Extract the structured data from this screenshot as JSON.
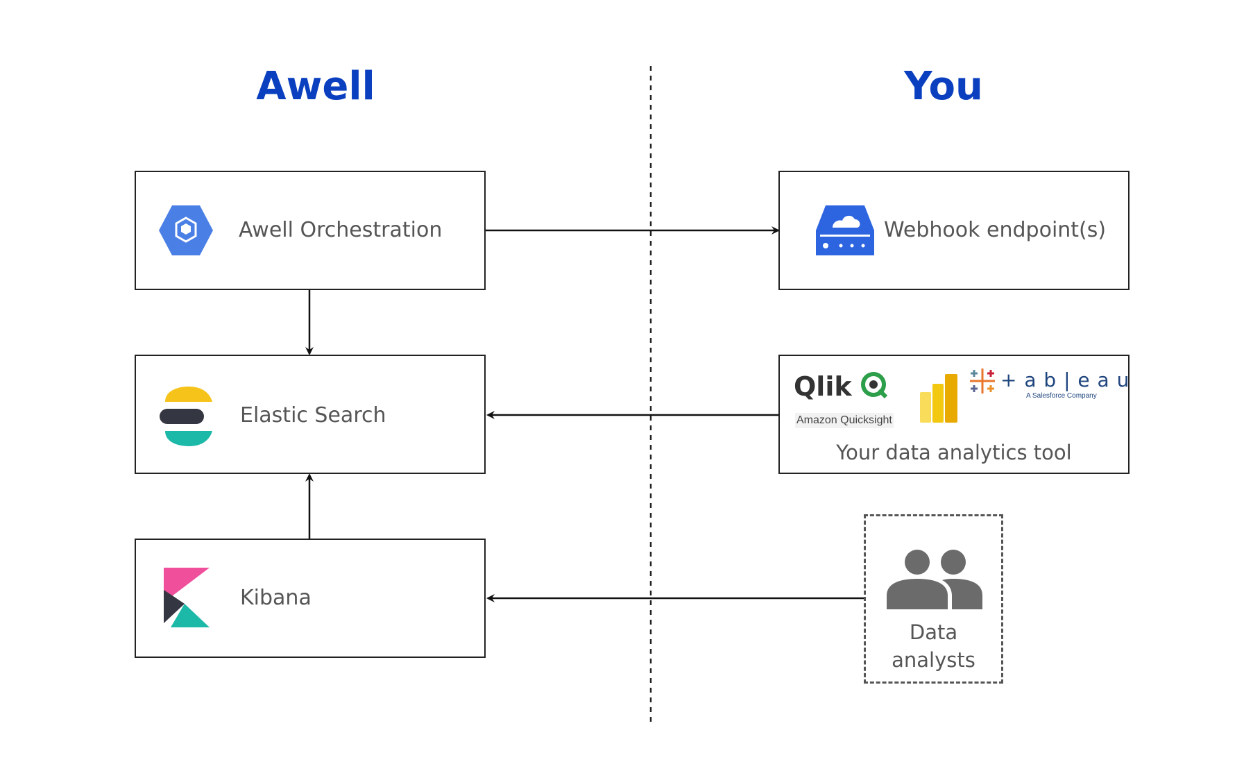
{
  "columns": {
    "left_title": "Awell",
    "right_title": "You"
  },
  "left_nodes": [
    {
      "label": "Awell Orchestration",
      "icon": "hexagon-cube-icon"
    },
    {
      "label": "Elastic Search",
      "icon": "elastic-search-icon"
    },
    {
      "label": "Kibana",
      "icon": "kibana-icon"
    }
  ],
  "right_nodes": [
    {
      "label": "Webhook endpoint(s)",
      "icon": "server-cloud-icon"
    },
    {
      "label": "Your data analytics tool",
      "logos": {
        "qlik": "Qlik",
        "quicksight": "Amazon Quicksight",
        "tableau": "+ a b | e a u",
        "tableau_sub": "A Salesforce Company"
      }
    },
    {
      "label_line1": "Data",
      "label_line2": "analysts",
      "icon": "users-icon"
    }
  ],
  "colors": {
    "title": "#0a3fbf",
    "hexagon": "#4a7fe5",
    "server": "#2d64e0",
    "elastic_yellow": "#f6c31b",
    "elastic_dark": "#343741",
    "elastic_teal": "#1cb9a8",
    "kibana_pink": "#ef4f9b",
    "kibana_dark": "#343741",
    "kibana_teal": "#1cb9a8",
    "powerbi": "#f2c811",
    "users": "#6b6b6b"
  }
}
